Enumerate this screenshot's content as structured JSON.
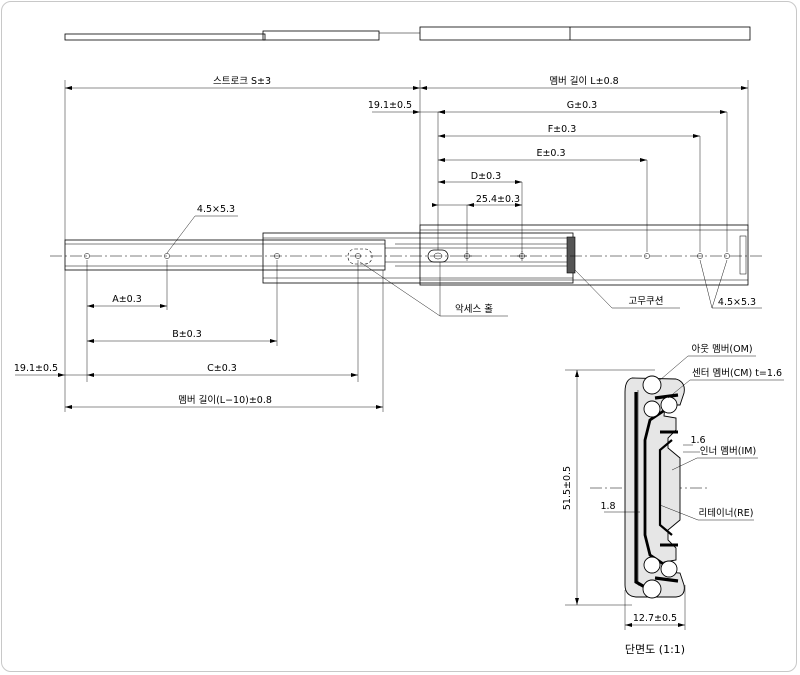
{
  "labels": {
    "stroke": "스트로크 S±3",
    "member_length": "멤버 길이 L±0.8",
    "offset_top": "19.1±0.5",
    "g": "G±0.3",
    "f": "F±0.3",
    "e": "E±0.3",
    "d": "D±0.3",
    "pitch": "25.4±0.3",
    "hole_top_left": "4.5×5.3",
    "hole_right": "4.5×5.3",
    "a": "A±0.3",
    "b": "B±0.3",
    "c": "C±0.3",
    "offset_bottom": "19.1±0.5",
    "member_length_short": "멤버 길이(L−10)±0.8",
    "access_hole": "악세스 홀",
    "rubber_cushion": "고무쿠션",
    "outer_member": "아웃 멤버(OM)",
    "center_member": "센터 멤버(CM) t=1.6",
    "thickness_16": "1.6",
    "inner_member": "인너 멤버(IM)",
    "thickness_18": "1.8",
    "retainer": "리테이너(RE)",
    "height": "51.5±0.5",
    "width": "12.7±0.5",
    "section_title": "단면도 (1:1)"
  }
}
